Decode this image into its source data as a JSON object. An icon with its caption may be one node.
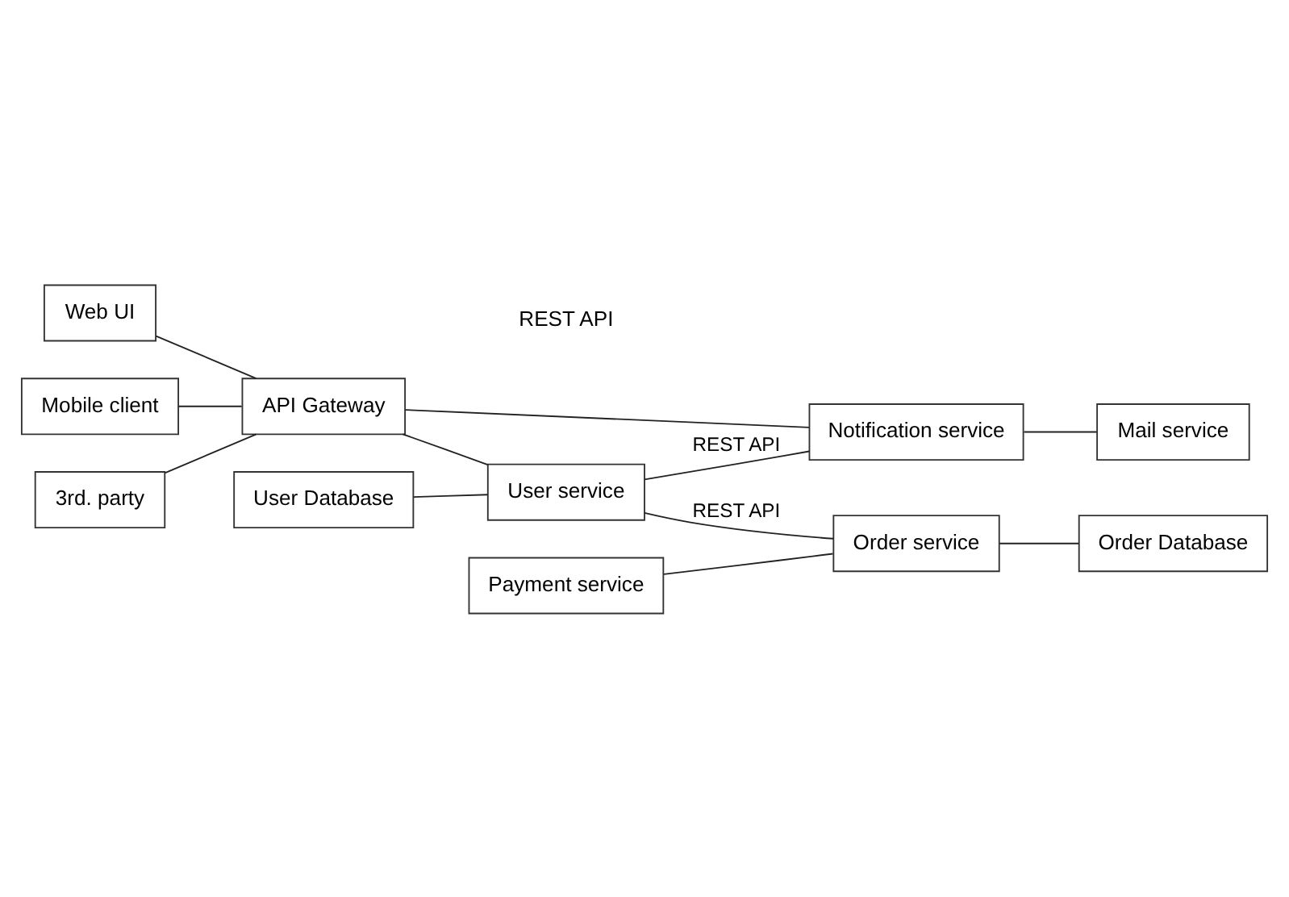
{
  "diagram": {
    "nodes": [
      {
        "text": [
          "Web UI"
        ]
      },
      {
        "text": [
          "Mobile client"
        ]
      },
      {
        "text": [
          "3rd. party"
        ]
      },
      {
        "text": [
          "API Gateway"
        ]
      },
      {
        "text": [
          "User Database"
        ]
      },
      {
        "text": [
          "User service"
        ]
      },
      {
        "text": [
          "Payment service"
        ]
      },
      {
        "text": [
          "Notification service"
        ]
      },
      {
        "text": [
          "Order service"
        ]
      },
      {
        "text": [
          "Mail service"
        ]
      },
      {
        "text": [
          "Order Database"
        ]
      }
    ],
    "edges": [
      {
        "from": 0,
        "to": 3,
        "arrow": "none"
      },
      {
        "from": 1,
        "to": 3,
        "arrow": "none"
      },
      {
        "from": 2,
        "to": 3,
        "arrow": "none"
      },
      {
        "from": 3,
        "to": 5,
        "arrow": "none"
      },
      {
        "from": 3,
        "to": 7,
        "arrow": "none"
      },
      {
        "from": 4,
        "to": 5,
        "arrow": "none"
      },
      {
        "from": 5,
        "to": 7,
        "arrow": "none",
        "label": "REST API"
      },
      {
        "from": 5,
        "to": 8,
        "arrow": "none",
        "label": "REST API"
      },
      {
        "from": 6,
        "to": 8,
        "arrow": "none"
      },
      {
        "from": 7,
        "to": 9,
        "arrow": "none"
      },
      {
        "from": 8,
        "to": 10,
        "arrow": "none"
      }
    ],
    "labels": [
      "REST API"
    ]
  }
}
